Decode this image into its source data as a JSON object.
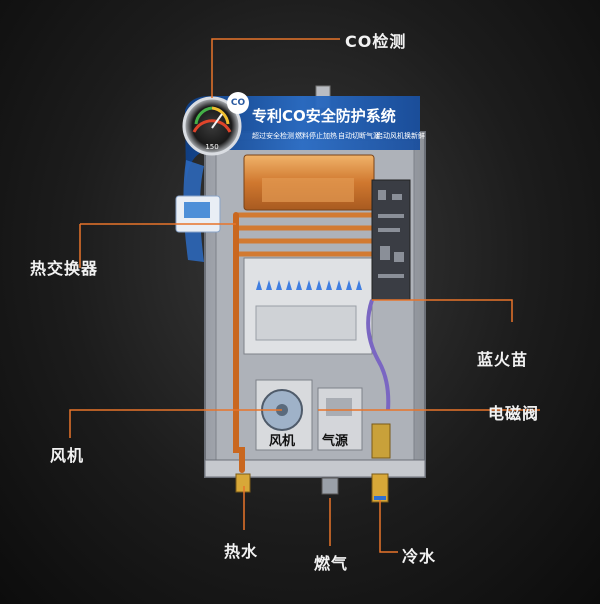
{
  "labels": {
    "co_detect": "CO检测",
    "heat_exchanger": "热交换器",
    "blue_flame": "蓝火苗",
    "solenoid_valve": "电磁阀",
    "fan": "风机",
    "hot_water": "热水",
    "gas": "燃气",
    "cold_water": "冷水"
  },
  "banner": {
    "title": "专利CO安全防护系统",
    "badge": "CO",
    "gauge_value": "150",
    "subs": [
      "超过安全检测",
      "燃料停止加热",
      "自动切断气源",
      "启动风机换新鲜"
    ]
  },
  "unit_tags": {
    "fan": "风机",
    "gas_source": "气源"
  },
  "colors": {
    "accent_orange": "#e8742a",
    "label_white": "#f2f2f2",
    "banner_blue": "#1e5bb0",
    "copper": "#d8823a"
  }
}
